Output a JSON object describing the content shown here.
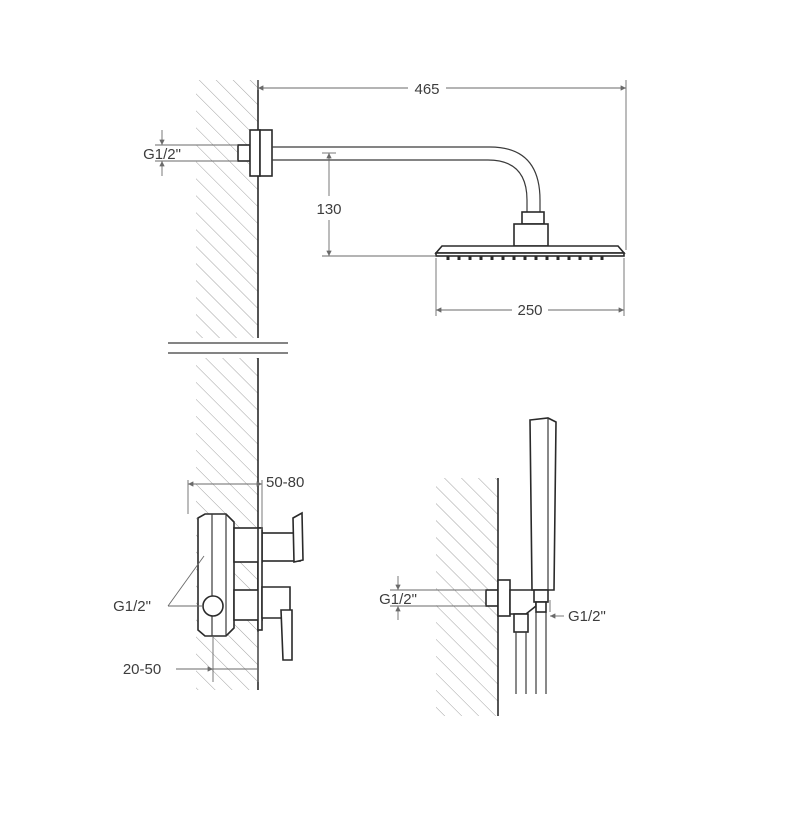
{
  "dimensions": {
    "total_width": "465",
    "arm_drop": "130",
    "head_diameter": "250",
    "top_inlet": "G1/2\"",
    "mixer_depth": "50-80",
    "mixer_recess": "20-50",
    "mixer_inlets": "G1/2\"",
    "hand_inlet": "G1/2\"",
    "hand_outlet": "G1/2\""
  },
  "colors": {
    "line": "#2a2a2a",
    "dimension": "#6a6a6a",
    "hatch": "#8a8a8a"
  }
}
